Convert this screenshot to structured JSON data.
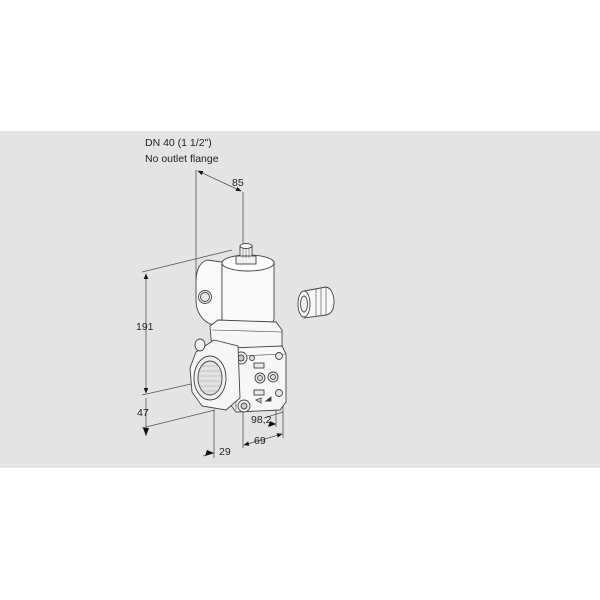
{
  "drawing": {
    "caption_line1": "DN 40 (1 1/2\")",
    "caption_line2": "No outlet flange",
    "background_band_color": "#e4e4e4",
    "line_color": "#555555",
    "dimensions": {
      "top_offset": "85",
      "height_total": "191",
      "inlet_height": "47",
      "inlet_depth": "29",
      "body_width": "69",
      "overall_width": "98,2"
    },
    "components": [
      {
        "name": "solenoid coil"
      },
      {
        "name": "valve body with threaded inlet"
      },
      {
        "name": "cable gland accessory"
      }
    ]
  }
}
